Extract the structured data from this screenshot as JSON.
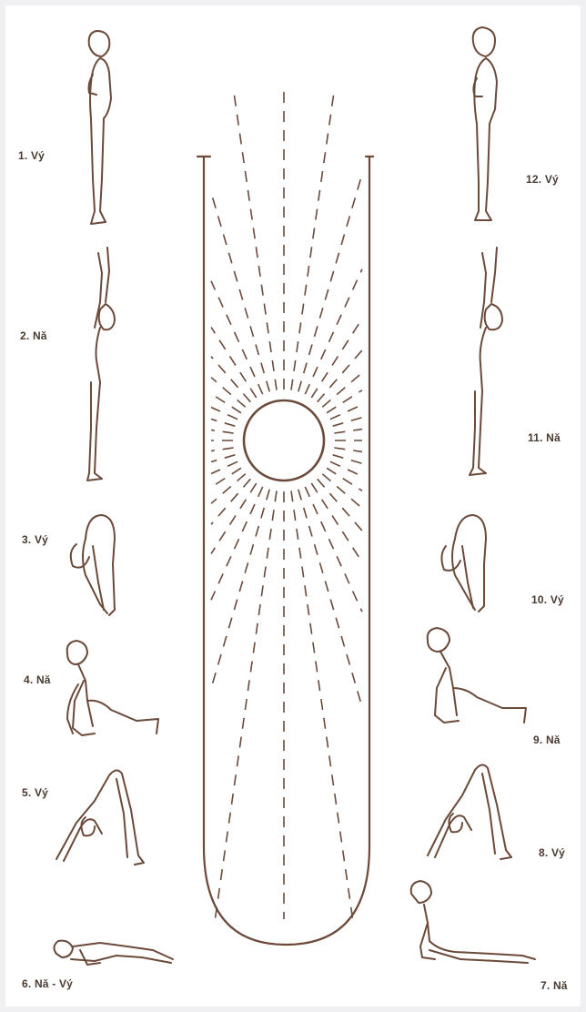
{
  "colors": {
    "line": "#6b4a3a",
    "label": "#4a3a30",
    "frame": "#f0f0f2"
  },
  "steps": [
    {
      "n": 1,
      "label": "1. Vý",
      "pose": "standing-prayer"
    },
    {
      "n": 2,
      "label": "2. Nă",
      "pose": "arms-raised-backbend"
    },
    {
      "n": 3,
      "label": "3. Vý",
      "pose": "forward-fold"
    },
    {
      "n": 4,
      "label": "4. Nă",
      "pose": "low-lunge"
    },
    {
      "n": 5,
      "label": "5. Vý",
      "pose": "downward-dog"
    },
    {
      "n": 6,
      "label": "6. Nă - Vý",
      "pose": "eight-limbed"
    },
    {
      "n": 7,
      "label": "7. Nă",
      "pose": "cobra"
    },
    {
      "n": 8,
      "label": "8. Vý",
      "pose": "downward-dog"
    },
    {
      "n": 9,
      "label": "9. Nă",
      "pose": "low-lunge"
    },
    {
      "n": 10,
      "label": "10. Vý",
      "pose": "forward-fold"
    },
    {
      "n": 11,
      "label": "11. Nă",
      "pose": "arms-raised-backbend"
    },
    {
      "n": 12,
      "label": "12. Vý",
      "pose": "standing-prayer"
    }
  ]
}
